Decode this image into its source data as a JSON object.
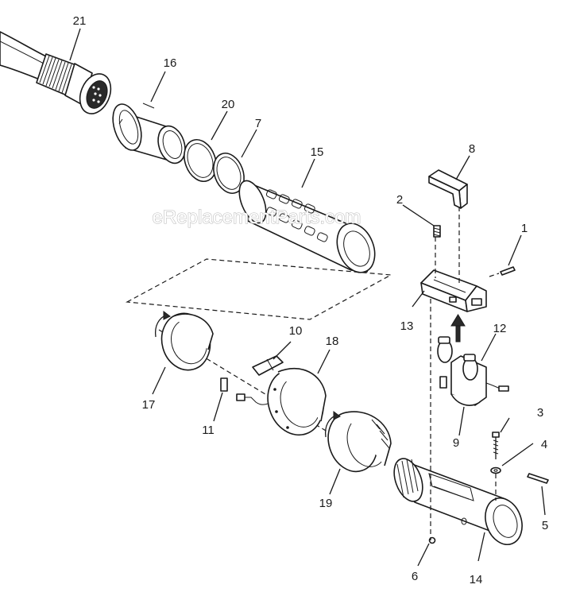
{
  "watermark": "eReplacementParts.com",
  "callouts": [
    {
      "id": "1",
      "label": "1"
    },
    {
      "id": "2",
      "label": "2"
    },
    {
      "id": "3",
      "label": "3"
    },
    {
      "id": "4",
      "label": "4"
    },
    {
      "id": "5",
      "label": "5"
    },
    {
      "id": "6",
      "label": "6"
    },
    {
      "id": "7",
      "label": "7"
    },
    {
      "id": "8",
      "label": "8"
    },
    {
      "id": "9",
      "label": "9"
    },
    {
      "id": "10",
      "label": "10"
    },
    {
      "id": "11",
      "label": "11"
    },
    {
      "id": "12",
      "label": "12"
    },
    {
      "id": "13",
      "label": "13"
    },
    {
      "id": "14",
      "label": "14"
    },
    {
      "id": "15",
      "label": "15"
    },
    {
      "id": "16",
      "label": "16"
    },
    {
      "id": "17",
      "label": "17"
    },
    {
      "id": "18",
      "label": "18"
    },
    {
      "id": "19",
      "label": "19"
    },
    {
      "id": "20",
      "label": "20"
    },
    {
      "id": "21",
      "label": "21"
    }
  ]
}
